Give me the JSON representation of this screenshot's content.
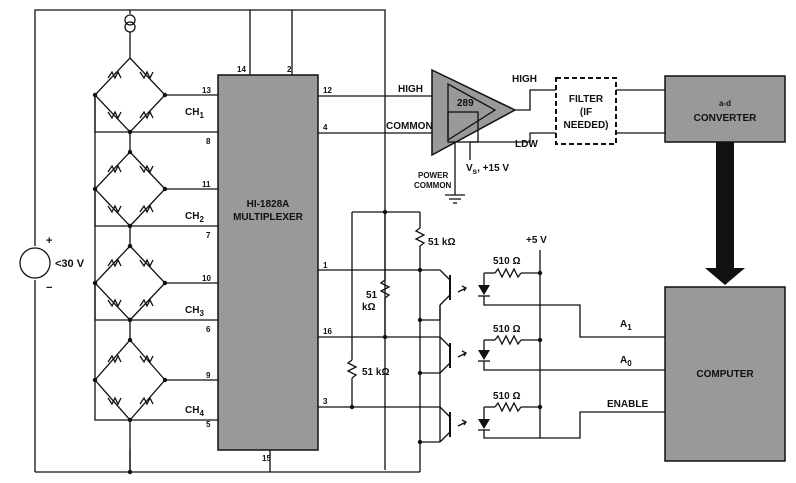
{
  "mux": {
    "name": "HI-1828A",
    "label": "MULTIPLEXER",
    "pins": {
      "p14": "14",
      "p2": "2",
      "p13": "13",
      "p8": "8",
      "p11": "11",
      "p7": "7",
      "p10": "10",
      "p6": "6",
      "p9": "9",
      "p5": "5",
      "p15": "15",
      "p12": "12",
      "p4": "4",
      "p1": "1",
      "p16": "16",
      "p3": "3"
    }
  },
  "channels": {
    "ch1": "CH",
    "ch1_sub": "1",
    "ch2": "CH",
    "ch2_sub": "2",
    "ch3": "CH",
    "ch3_sub": "3",
    "ch4": "CH",
    "ch4_sub": "4"
  },
  "source": {
    "plus": "+",
    "minus": "−",
    "voltage": "<30 V"
  },
  "amp": {
    "name": "289",
    "power_common_1": "POWER",
    "power_common_2": "COMMON",
    "vs": "V",
    "vs_sub": "s",
    "vs_rest": ", +15 V"
  },
  "signals": {
    "high_in": "HIGH",
    "common_in": "COMMON",
    "high_out": "HIGH",
    "low_out": "LDW"
  },
  "filter": {
    "l1": "FILTER",
    "l2": "(IF",
    "l3": "NEEDED)"
  },
  "adc": {
    "l1": "a-d",
    "l2": "CONVERTER"
  },
  "computer": {
    "label": "COMPUTER",
    "a1": "A",
    "a1_sub": "1",
    "a0": "A",
    "a0_sub": "0",
    "enable": "ENABLE"
  },
  "resistors": {
    "r1": "51 kΩ",
    "r2_a": "51",
    "r2_b": "kΩ",
    "r3": "51 kΩ",
    "r510a": "510 Ω",
    "r510b": "510 Ω",
    "r510c": "510 Ω"
  },
  "supply": {
    "v5": "+5 V"
  }
}
